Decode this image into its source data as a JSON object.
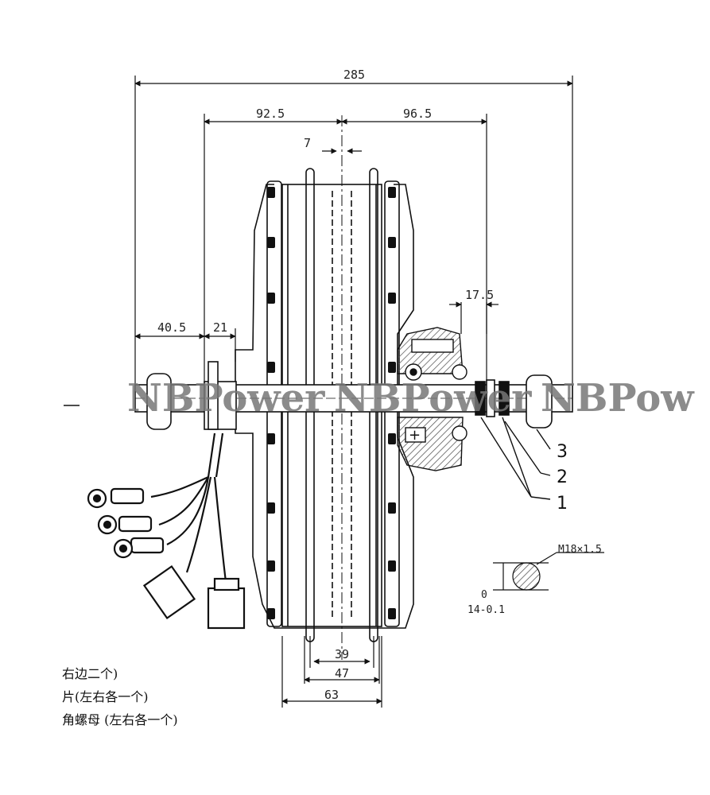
{
  "dimensions": {
    "overall_width": "285",
    "left_hub_offset": "92.5",
    "right_hub_offset": "96.5",
    "center_offset": "7",
    "axle_left_1": "40.5",
    "axle_left_2": "21",
    "right_spacer": "17.5",
    "rim_inner": "39",
    "rim_mid": "47",
    "rim_outer": "63"
  },
  "callouts": [
    "1",
    "2",
    "3"
  ],
  "thread": {
    "spec": "M18×1.5",
    "flat_tol_top": "0",
    "flat_tol_bottom": "14-0.1"
  },
  "watermark": [
    "NBPower",
    "NBPower",
    "NBPow"
  ],
  "notes": [
    "右边二个)",
    "片(左右各一个)",
    "角螺母 (左右各一个)"
  ],
  "colors": {
    "line": "#111111",
    "hatch": "#555555",
    "watermark": "#777777"
  }
}
